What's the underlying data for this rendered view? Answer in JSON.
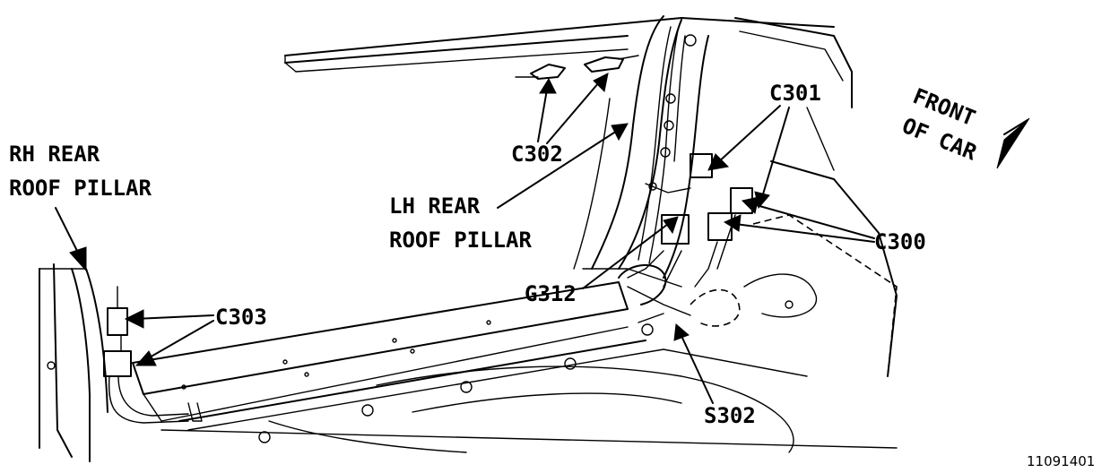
{
  "labels": {
    "rh_rear_roof_pillar_line1": "RH REAR",
    "rh_rear_roof_pillar_line2": "ROOF PILLAR",
    "lh_rear_roof_pillar_line1": "LH REAR",
    "lh_rear_roof_pillar_line2": "ROOF PILLAR",
    "front_of_car_line1": "FRONT",
    "front_of_car_line2": "OF CAR",
    "c300": "C300",
    "c301": "C301",
    "c302": "C302",
    "c303": "C303",
    "g312": "G312",
    "s302": "S302"
  },
  "figure_number": "11091401",
  "colors": {
    "ink": "#000000",
    "paper": "#ffffff"
  }
}
